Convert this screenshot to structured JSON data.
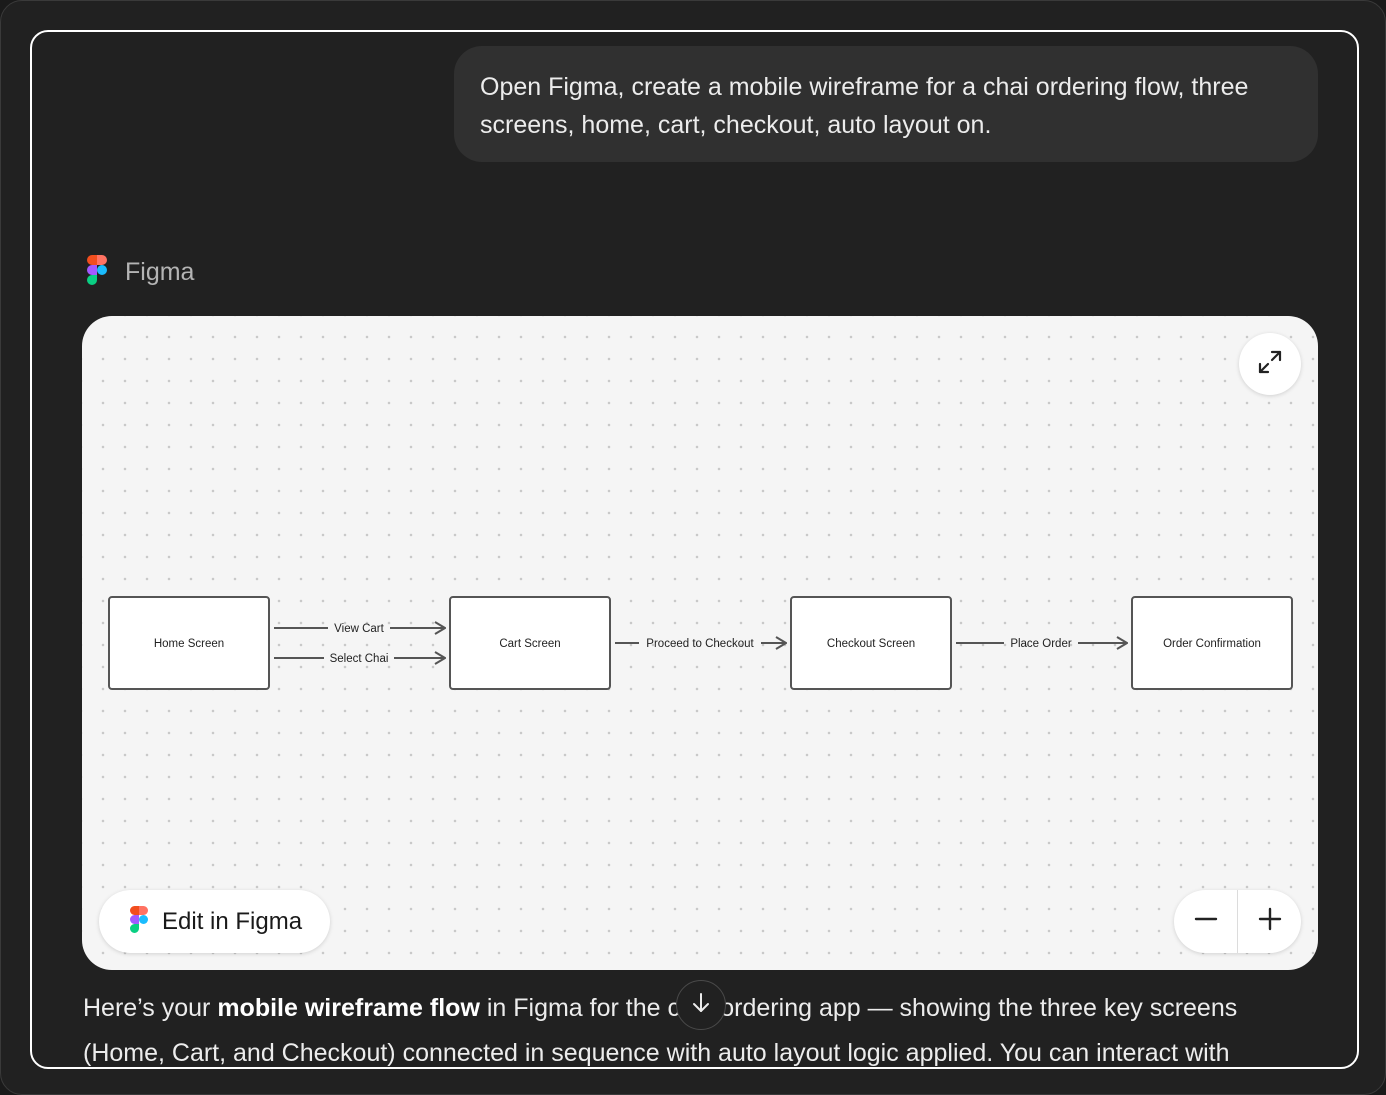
{
  "user_message": "Open Figma, create a mobile wireframe for a chai ordering flow, three screens, home, cart, checkout, auto layout on.",
  "app": {
    "name": "Figma",
    "icon": "figma-logo-icon"
  },
  "canvas": {
    "nodes": [
      {
        "id": "home",
        "label": "Home Screen"
      },
      {
        "id": "cart",
        "label": "Cart Screen"
      },
      {
        "id": "checkout",
        "label": "Checkout Screen"
      },
      {
        "id": "confirm",
        "label": "Order Confirmation"
      }
    ],
    "edges": [
      {
        "from": "home",
        "to": "cart",
        "label": "View Cart"
      },
      {
        "from": "home",
        "to": "cart",
        "label": "Select Chai"
      },
      {
        "from": "cart",
        "to": "checkout",
        "label": "Proceed to Checkout"
      },
      {
        "from": "checkout",
        "to": "confirm",
        "label": "Place Order"
      }
    ],
    "expand_icon": "expand-icon",
    "edit_button_label": "Edit in Figma",
    "zoom_out_icon": "minus-icon",
    "zoom_in_icon": "plus-icon"
  },
  "response": {
    "p1_before": "Here’s your ",
    "p1_bold": "mobile wireframe flow",
    "p1_after": " in Figma for the chai ordering app — showing the three key screens",
    "p2": "(Home, Cart, and Checkout) connected in sequence with auto layout logic applied. You can interact with"
  },
  "scroll_icon": "arrow-down-icon",
  "colors": {
    "background": "#212121",
    "bubble": "#303030",
    "canvas": "#f5f5f5",
    "figma_red": "#F24E1E",
    "figma_orange": "#FF7262",
    "figma_purple": "#A259FF",
    "figma_blue": "#1ABCFE",
    "figma_green": "#0ACF83"
  }
}
